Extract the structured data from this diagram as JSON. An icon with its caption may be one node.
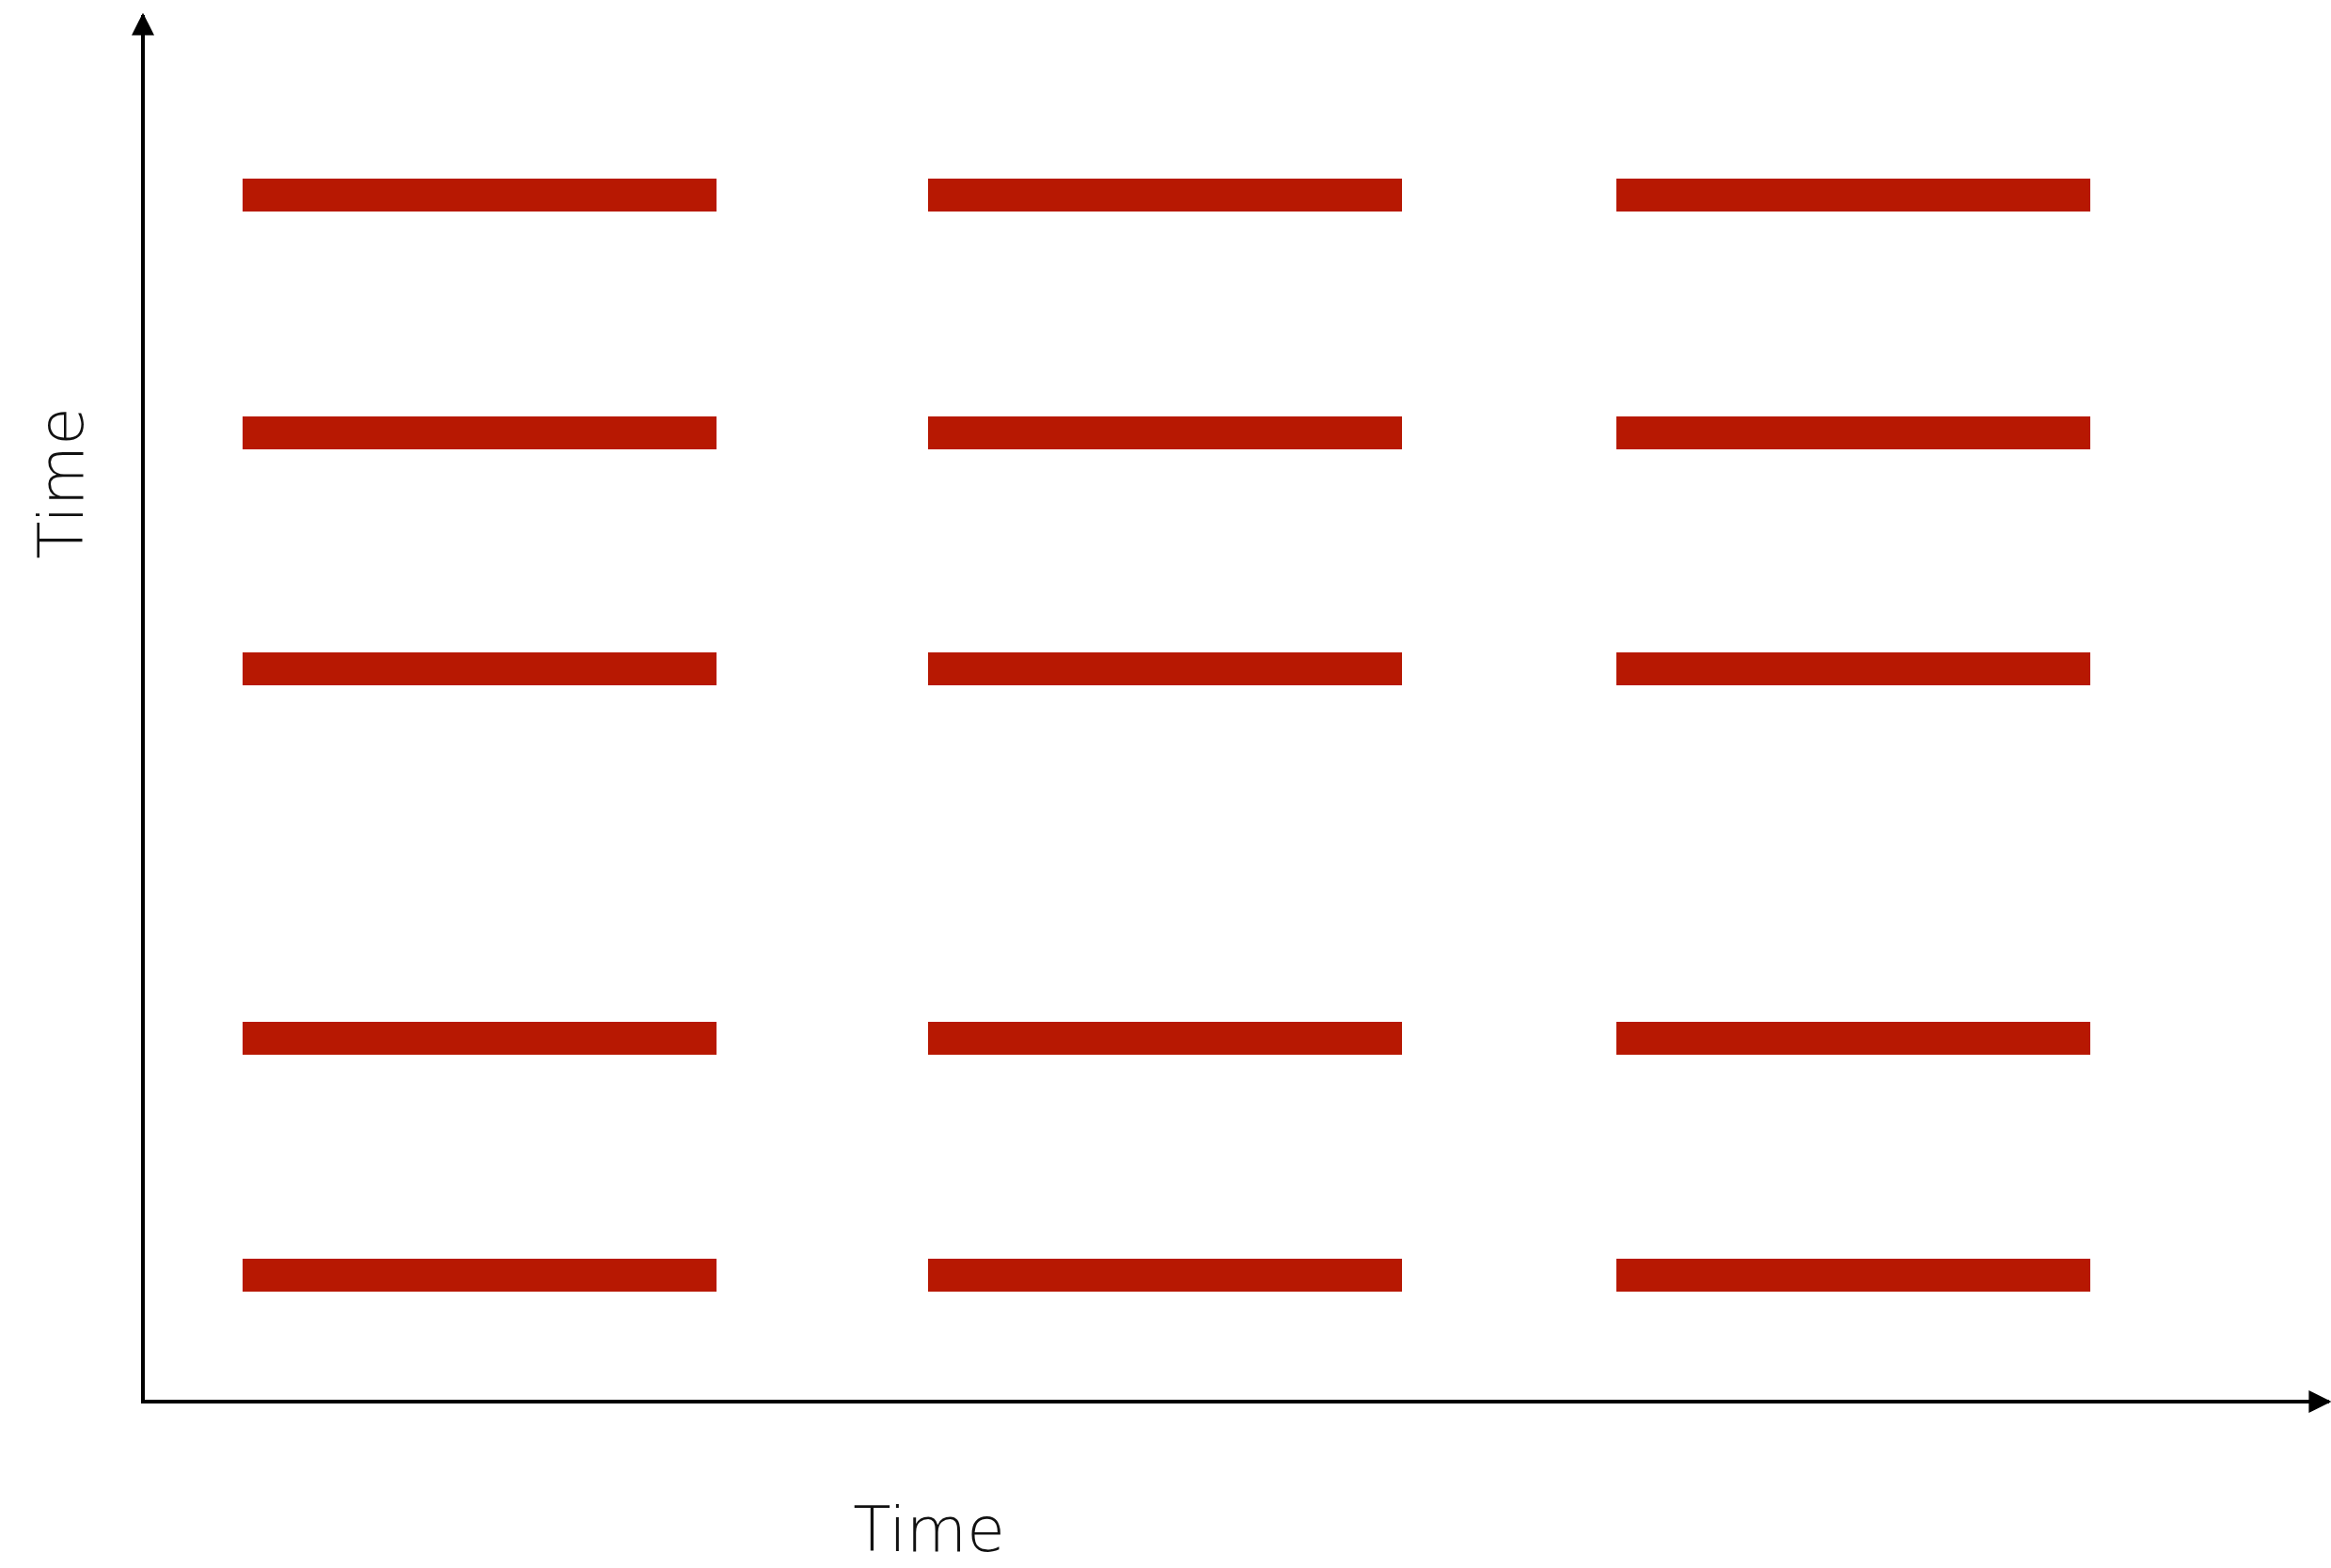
{
  "diagram": {
    "nodes": [
      {
        "text": [],
        "shape": "bar"
      },
      {
        "text": [],
        "shape": "bar"
      },
      {
        "text": [],
        "shape": "bar"
      },
      {
        "text": [],
        "shape": "bar"
      },
      {
        "text": [],
        "shape": "bar"
      },
      {
        "text": [],
        "shape": "bar"
      },
      {
        "text": [],
        "shape": "bar"
      },
      {
        "text": [],
        "shape": "bar"
      },
      {
        "text": [],
        "shape": "bar"
      },
      {
        "text": [],
        "shape": "bar"
      },
      {
        "text": [],
        "shape": "bar"
      },
      {
        "text": [],
        "shape": "bar"
      },
      {
        "text": [],
        "shape": "bar"
      },
      {
        "text": [],
        "shape": "bar"
      },
      {
        "text": [],
        "shape": "bar"
      }
    ],
    "labels": [
      "Time",
      "Time"
    ]
  }
}
